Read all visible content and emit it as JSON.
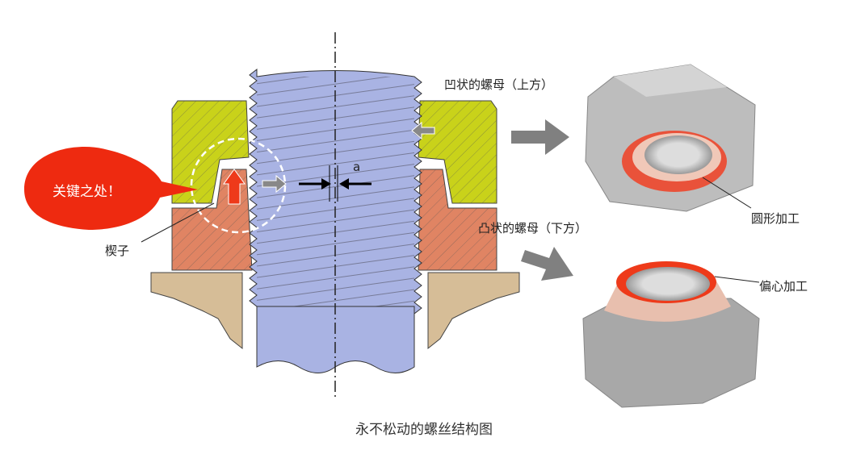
{
  "labels": {
    "upper_nut": "凹状的螺母（上方）",
    "lower_nut": "凸状的螺母（下方）",
    "round_machining": "圆形加工",
    "eccentric_machining": "偏心加工",
    "key_point": "关键之处！",
    "wedge": "楔子",
    "gap": "a"
  },
  "caption": "永不松动的螺丝结构图",
  "colors": {
    "bolt": "#a9b3e3",
    "upper_nut": "#c9d21a",
    "lower_nut": "#e08463",
    "base": "#d6bd97",
    "callout": "#ee2a10",
    "nut_grey": "#b9b9b9"
  }
}
